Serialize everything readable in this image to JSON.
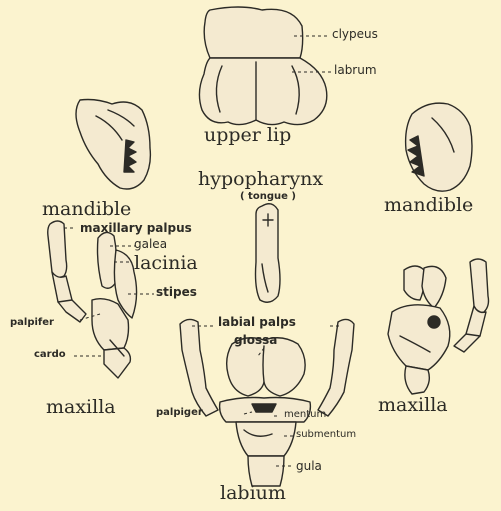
{
  "title": "",
  "labels": {
    "clypeus": "clypeus",
    "labrum": "labrum",
    "upper_lip": "upper lip",
    "hypopharynx": "hypopharynx",
    "tongue": "( tongue )",
    "mandible_left": "mandible",
    "mandible_right": "mandible",
    "maxillary_palpus": "maxillary palpus",
    "galea": "galea",
    "lacinia": "lacinia",
    "stipes": "stipes",
    "palpifer": "palpifer",
    "cardo": "cardo",
    "maxilla_left": "maxilla",
    "maxilla_right": "maxilla",
    "labial_palps": "labial palps",
    "glossa": "glossa",
    "palpiger": "palpiger",
    "mentum": "mentum",
    "submentum": "submentum",
    "gula": "gula",
    "labium": "labium"
  },
  "colors": {
    "background": "#fbf3cf",
    "ink": "#2c2b26",
    "fill": "#f4ead0"
  }
}
